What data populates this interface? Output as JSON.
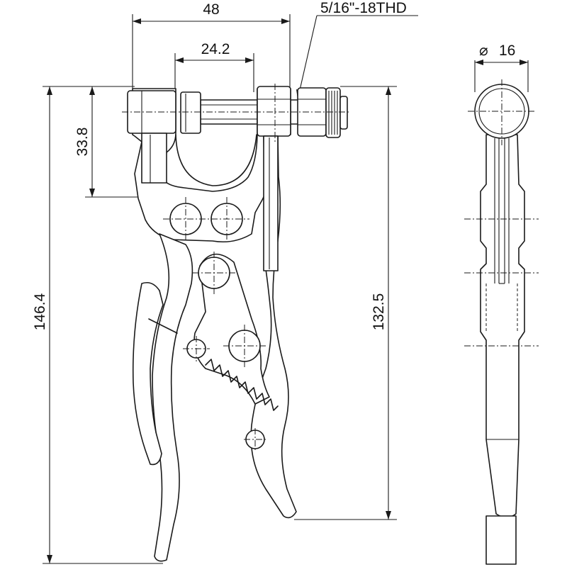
{
  "dimensions": {
    "overall_width": "48",
    "screw_reach": "24.2",
    "thread_spec": "5/16\"-18THD",
    "jaw_height": "33.8",
    "overall_height": "146.4",
    "handle_length": "132.5",
    "diameter": "16"
  },
  "symbols": {
    "diameter": "⌀"
  }
}
